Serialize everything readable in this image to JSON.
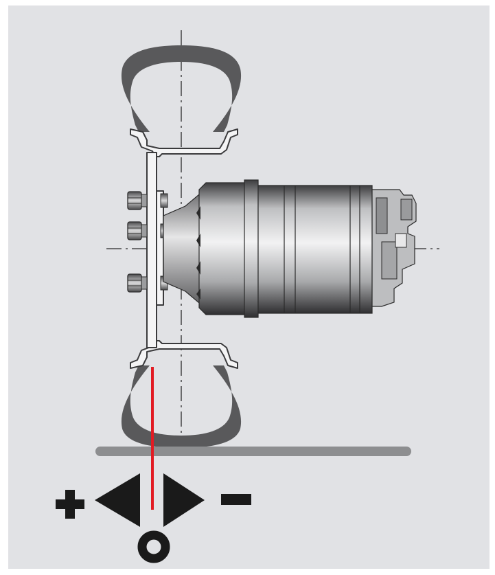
{
  "diagram": {
    "colors": {
      "background": "#e1e2e5",
      "tire": "#59595b",
      "rim_outline": "#3a3a3c",
      "rim_fill": "#f4f4f5",
      "centerline": "#2a2a2a",
      "ground": "#8d8e90",
      "offset_line": "#e21b23",
      "symbols": "#1a1a1a"
    },
    "icons": {
      "positive": "plus-sign",
      "negative": "minus-sign",
      "zero": "circle-ring",
      "left": "triangle-left",
      "right": "triangle-right"
    }
  }
}
